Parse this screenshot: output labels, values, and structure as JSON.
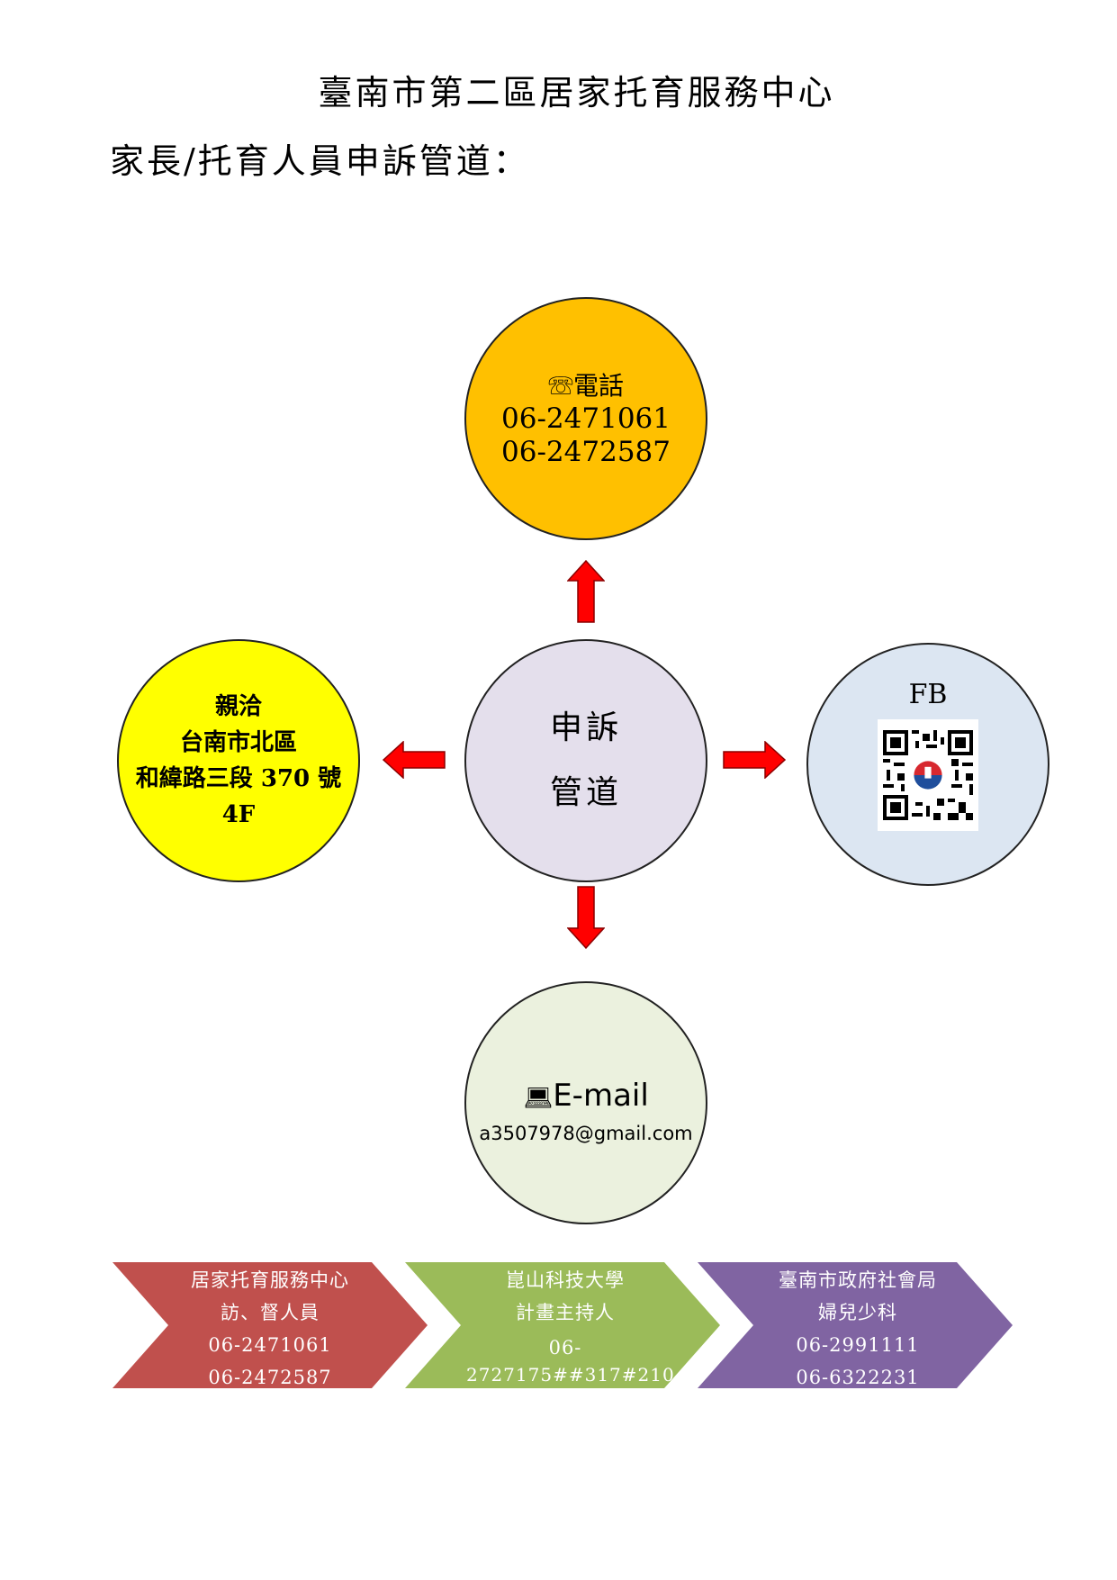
{
  "header": {
    "title": "臺南市第二區居家托育服務中心",
    "subtitle": "家長/托育人員申訴管道："
  },
  "center": {
    "line1": "申訴",
    "line2": "管道"
  },
  "phone": {
    "label": "電話",
    "numbers": [
      "06-2471061",
      "06-2472587"
    ]
  },
  "visit": {
    "lines": [
      "親洽",
      "台南市北區",
      "和緯路三段 370 號",
      "4F"
    ]
  },
  "fb": {
    "label": "FB"
  },
  "email": {
    "label": "E-mail",
    "address": "a3507978@gmail.com"
  },
  "contacts": [
    {
      "lines": [
        "居家托育服務中心",
        "訪、督人員",
        "06-2471061",
        "06-2472587"
      ],
      "color": "#c0504d"
    },
    {
      "lines": [
        "崑山科技大學",
        "計畫主持人",
        "06-",
        "2727175##317#210"
      ],
      "color": "#9bbb59"
    },
    {
      "lines": [
        "臺南市政府社會局",
        "婦兒少科",
        "06-2991111",
        "06-6322231"
      ],
      "color": "#8064a2"
    }
  ],
  "colors": {
    "arrow": "#ff0000",
    "phone": "#ffc000",
    "visit": "#ffff00",
    "center": "#e4dfec",
    "fb": "#dce6f2",
    "email": "#ebf1de"
  },
  "icons": {
    "phone": "telephone-icon",
    "email": "computer-icon",
    "fb": "qr-code-icon"
  }
}
